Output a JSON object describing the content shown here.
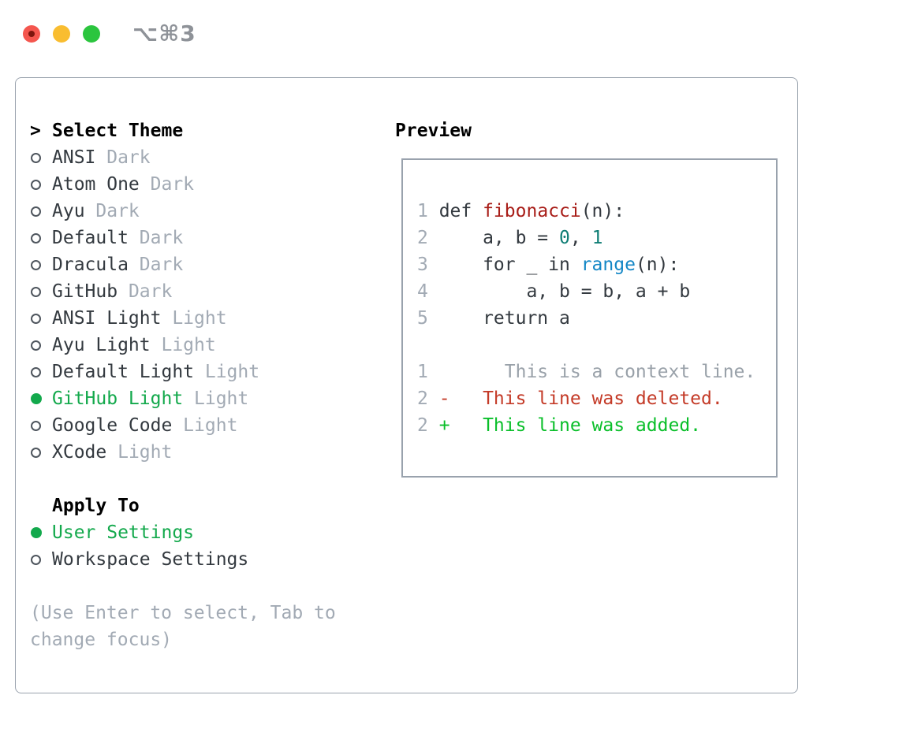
{
  "window": {
    "title_shortcut": "⌥⌘3",
    "traffic_lights": [
      {
        "name": "close",
        "color": "#f4564e",
        "has_dot": true
      },
      {
        "name": "minimize",
        "color": "#f9bd30",
        "has_dot": false
      },
      {
        "name": "zoom",
        "color": "#2bc53e",
        "has_dot": false
      }
    ]
  },
  "colors": {
    "accent_green": "#13a94c",
    "muted_gray": "#a2aab4",
    "text_charcoal": "#33393f",
    "panel_border": "#99a2ad",
    "diff_deleted_red": "#c43b28",
    "diff_added_green": "#0abf2a",
    "syntax_function_red": "#a81d18",
    "syntax_number_teal": "#0e7d74",
    "syntax_call_blue": "#1487c6"
  },
  "theme_panel": {
    "header_prefix": ">",
    "header": "Select Theme",
    "items": [
      {
        "name": "ANSI",
        "variant": "Dark",
        "selected": false
      },
      {
        "name": "Atom One",
        "variant": "Dark",
        "selected": false
      },
      {
        "name": "Ayu",
        "variant": "Dark",
        "selected": false
      },
      {
        "name": "Default",
        "variant": "Dark",
        "selected": false
      },
      {
        "name": "Dracula",
        "variant": "Dark",
        "selected": false
      },
      {
        "name": "GitHub",
        "variant": "Dark",
        "selected": false
      },
      {
        "name": "ANSI Light",
        "variant": "Light",
        "selected": false
      },
      {
        "name": "Ayu Light",
        "variant": "Light",
        "selected": false
      },
      {
        "name": "Default Light",
        "variant": "Light",
        "selected": false
      },
      {
        "name": "GitHub Light",
        "variant": "Light",
        "selected": true
      },
      {
        "name": "Google Code",
        "variant": "Light",
        "selected": false
      },
      {
        "name": "XCode",
        "variant": "Light",
        "selected": false
      }
    ],
    "apply_to": {
      "header": "Apply To",
      "options": [
        {
          "name": "User Settings",
          "selected": true
        },
        {
          "name": "Workspace Settings",
          "selected": false
        }
      ]
    },
    "hint": "(Use Enter to select, Tab to change focus)"
  },
  "preview": {
    "header": "Preview",
    "code_lines": [
      {
        "num": "1",
        "tokens": [
          {
            "t": "def ",
            "c": "plain"
          },
          {
            "t": "fibonacci",
            "c": "func"
          },
          {
            "t": "(n):",
            "c": "plain"
          }
        ]
      },
      {
        "num": "2",
        "tokens": [
          {
            "t": "    a, b = ",
            "c": "plain"
          },
          {
            "t": "0",
            "c": "number"
          },
          {
            "t": ", ",
            "c": "plain"
          },
          {
            "t": "1",
            "c": "number"
          }
        ]
      },
      {
        "num": "3",
        "tokens": [
          {
            "t": "    for _ in ",
            "c": "plain"
          },
          {
            "t": "range",
            "c": "call"
          },
          {
            "t": "(n):",
            "c": "plain"
          }
        ]
      },
      {
        "num": "4",
        "tokens": [
          {
            "t": "        a, b = b, a + b",
            "c": "plain"
          }
        ]
      },
      {
        "num": "5",
        "tokens": [
          {
            "t": "    return a",
            "c": "plain"
          }
        ]
      },
      {
        "num": "",
        "tokens": []
      },
      {
        "num": "1",
        "tokens": [
          {
            "t": "      This is a context line.",
            "c": "context"
          }
        ]
      },
      {
        "num": "2",
        "tokens": [
          {
            "t": "-   This line was deleted.",
            "c": "deleted"
          }
        ]
      },
      {
        "num": "2",
        "tokens": [
          {
            "t": "+   This line was added.",
            "c": "added"
          }
        ]
      }
    ]
  }
}
